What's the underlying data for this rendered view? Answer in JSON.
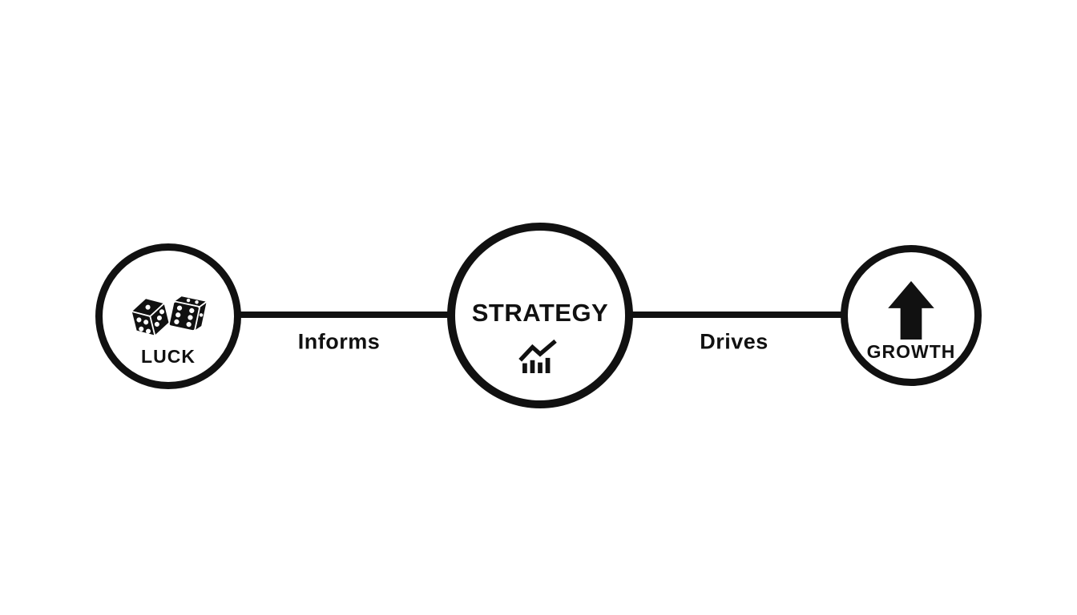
{
  "colors": {
    "ink": "#111111",
    "background": "#ffffff"
  },
  "diagram": {
    "nodes": [
      {
        "id": "luck",
        "label": "LUCK",
        "icon": "dice-icon"
      },
      {
        "id": "strategy",
        "label": "STRATEGY",
        "icon": "bar-chart-trend-icon"
      },
      {
        "id": "growth",
        "label": "GROWTH",
        "icon": "arrow-up-icon"
      }
    ],
    "connectors": [
      {
        "from": "luck",
        "to": "strategy",
        "label": "Informs"
      },
      {
        "from": "strategy",
        "to": "growth",
        "label": "Drives"
      }
    ]
  }
}
